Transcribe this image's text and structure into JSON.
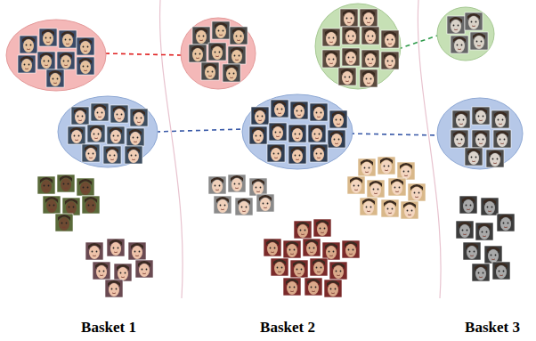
{
  "diagram": {
    "labels": [
      "Basket 1",
      "Basket 2",
      "Basket 3"
    ]
  }
}
